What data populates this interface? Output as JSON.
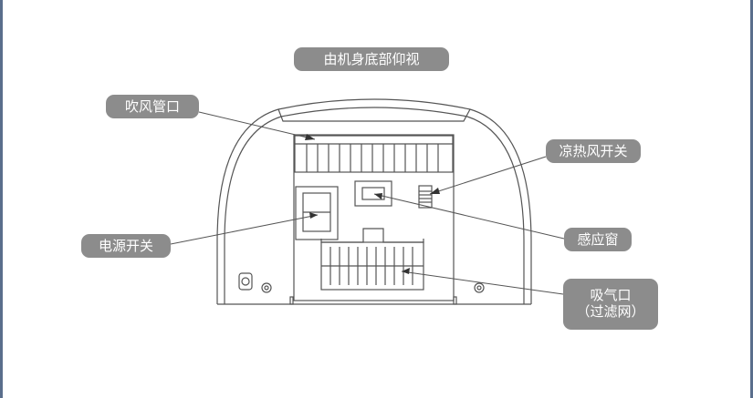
{
  "labels": {
    "view": "由机身底部仰视",
    "outlet": "吹风管口",
    "hot_cold_switch": "凉热风开关",
    "power_switch": "电源开关",
    "sensor_window": "感应窗",
    "air_intake_line1": "吸气口",
    "air_intake_line2": "（过滤网）"
  },
  "colors": {
    "callout_bg": "#8c8c8c",
    "line": "#555555",
    "frame": "#5a6e8c"
  }
}
